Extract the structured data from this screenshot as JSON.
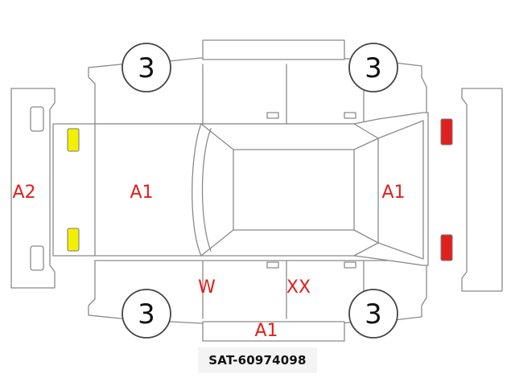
{
  "wheels": [
    {
      "id": "front-left",
      "label": "3"
    },
    {
      "id": "front-right",
      "label": "3"
    },
    {
      "id": "rear-left",
      "label": "3"
    },
    {
      "id": "rear-right",
      "label": "3"
    }
  ],
  "damage_marks": {
    "front_bumper": "A2",
    "hood": "A1",
    "rear_door_glass": "A1",
    "lower_left_side": "W",
    "lower_center_side": "XX",
    "bottom_rocker": "A1"
  },
  "stock_code": "SAT-60974098",
  "colors": {
    "mark_red": "#e0201c",
    "headlight_yellow": "#f2f200",
    "taillight_red": "#e0201c",
    "outline_gray": "#8a8a8a"
  }
}
